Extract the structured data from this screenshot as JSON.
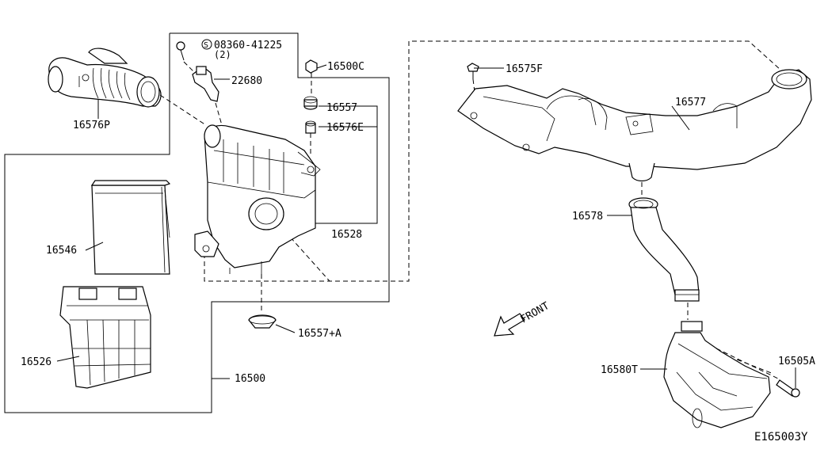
{
  "diagram_code": "E165003Y",
  "front_label": "FRONT",
  "parts": {
    "p16576P": "16576P",
    "p08360": "08360-41225",
    "p08360_qty": "(2)",
    "p22680": "22680",
    "p16500C": "16500C",
    "p16557": "16557",
    "p16576E": "16576E",
    "p16528": "16528",
    "p16546": "16546",
    "p16526": "16526",
    "p16500": "16500",
    "p16557A": "16557+A",
    "p16575F": "16575F",
    "p16577": "16577",
    "p16578": "16578",
    "p16580T": "16580T",
    "p16505A": "16505A"
  }
}
